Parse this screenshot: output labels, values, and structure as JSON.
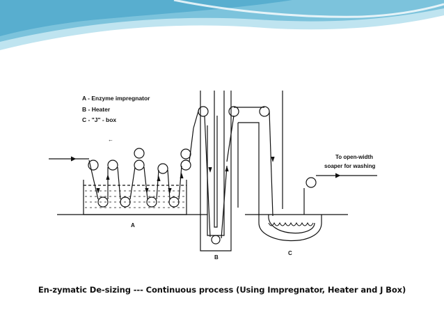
{
  "slide": {
    "caption": "En-zymatic De-sizing --- Continuous process (Using Impregnator, Heater and J Box)"
  },
  "diagram": {
    "legend": [
      "A - Enzyme impregnator",
      "B - Heater",
      "C - \"J\" - box"
    ],
    "annotation_line1": "To open-width",
    "annotation_line2": "soaper for washing",
    "label_a": "A",
    "label_b": "B",
    "label_c": "C"
  },
  "colors": {
    "wave_light": "#bfe4f0",
    "wave_mid": "#7cc3dc",
    "wave_dark": "#3a9dc4",
    "line": "#111111"
  }
}
